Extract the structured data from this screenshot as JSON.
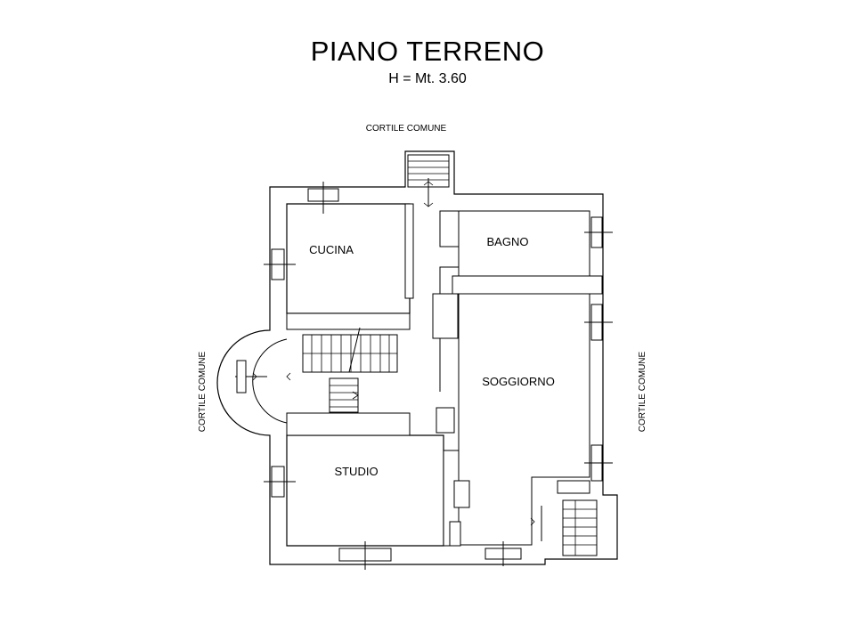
{
  "title": "PIANO TERRENO",
  "subtitle": "H = Mt. 3.60",
  "courtyards": {
    "top": "CORTILE COMUNE",
    "left": "CORTILE COMUNE",
    "right": "CORTILE COMUNE"
  },
  "rooms": {
    "cucina": "CUCINA",
    "bagno": "BAGNO",
    "soggiorno": "SOGGIORNO",
    "studio": "STUDIO"
  }
}
